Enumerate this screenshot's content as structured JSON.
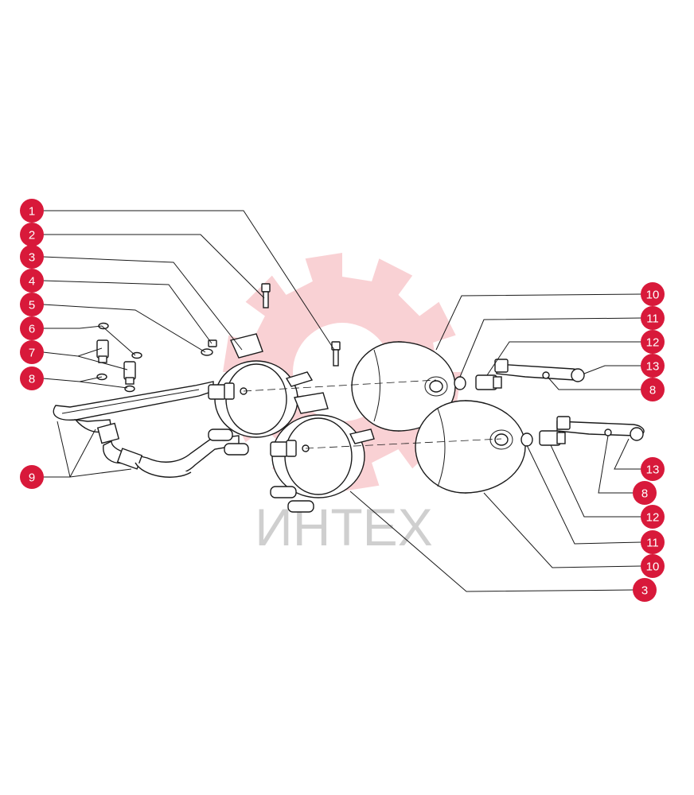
{
  "watermark": {
    "text": "ИНТЕХ",
    "gear_color": "#f8c9cc",
    "text_color": "#cfcfcf"
  },
  "callout_color": "#d8193a",
  "callouts": [
    {
      "label": "1"
    },
    {
      "label": "2"
    },
    {
      "label": "3"
    },
    {
      "label": "4"
    },
    {
      "label": "5"
    },
    {
      "label": "6"
    },
    {
      "label": "7"
    },
    {
      "label": "8"
    },
    {
      "label": "9"
    },
    {
      "label": "10"
    },
    {
      "label": "11"
    },
    {
      "label": "12"
    },
    {
      "label": "13"
    },
    {
      "label": "8"
    },
    {
      "label": "13"
    },
    {
      "label": "8"
    },
    {
      "label": "12"
    },
    {
      "label": "11"
    },
    {
      "label": "10"
    },
    {
      "label": "3"
    }
  ]
}
